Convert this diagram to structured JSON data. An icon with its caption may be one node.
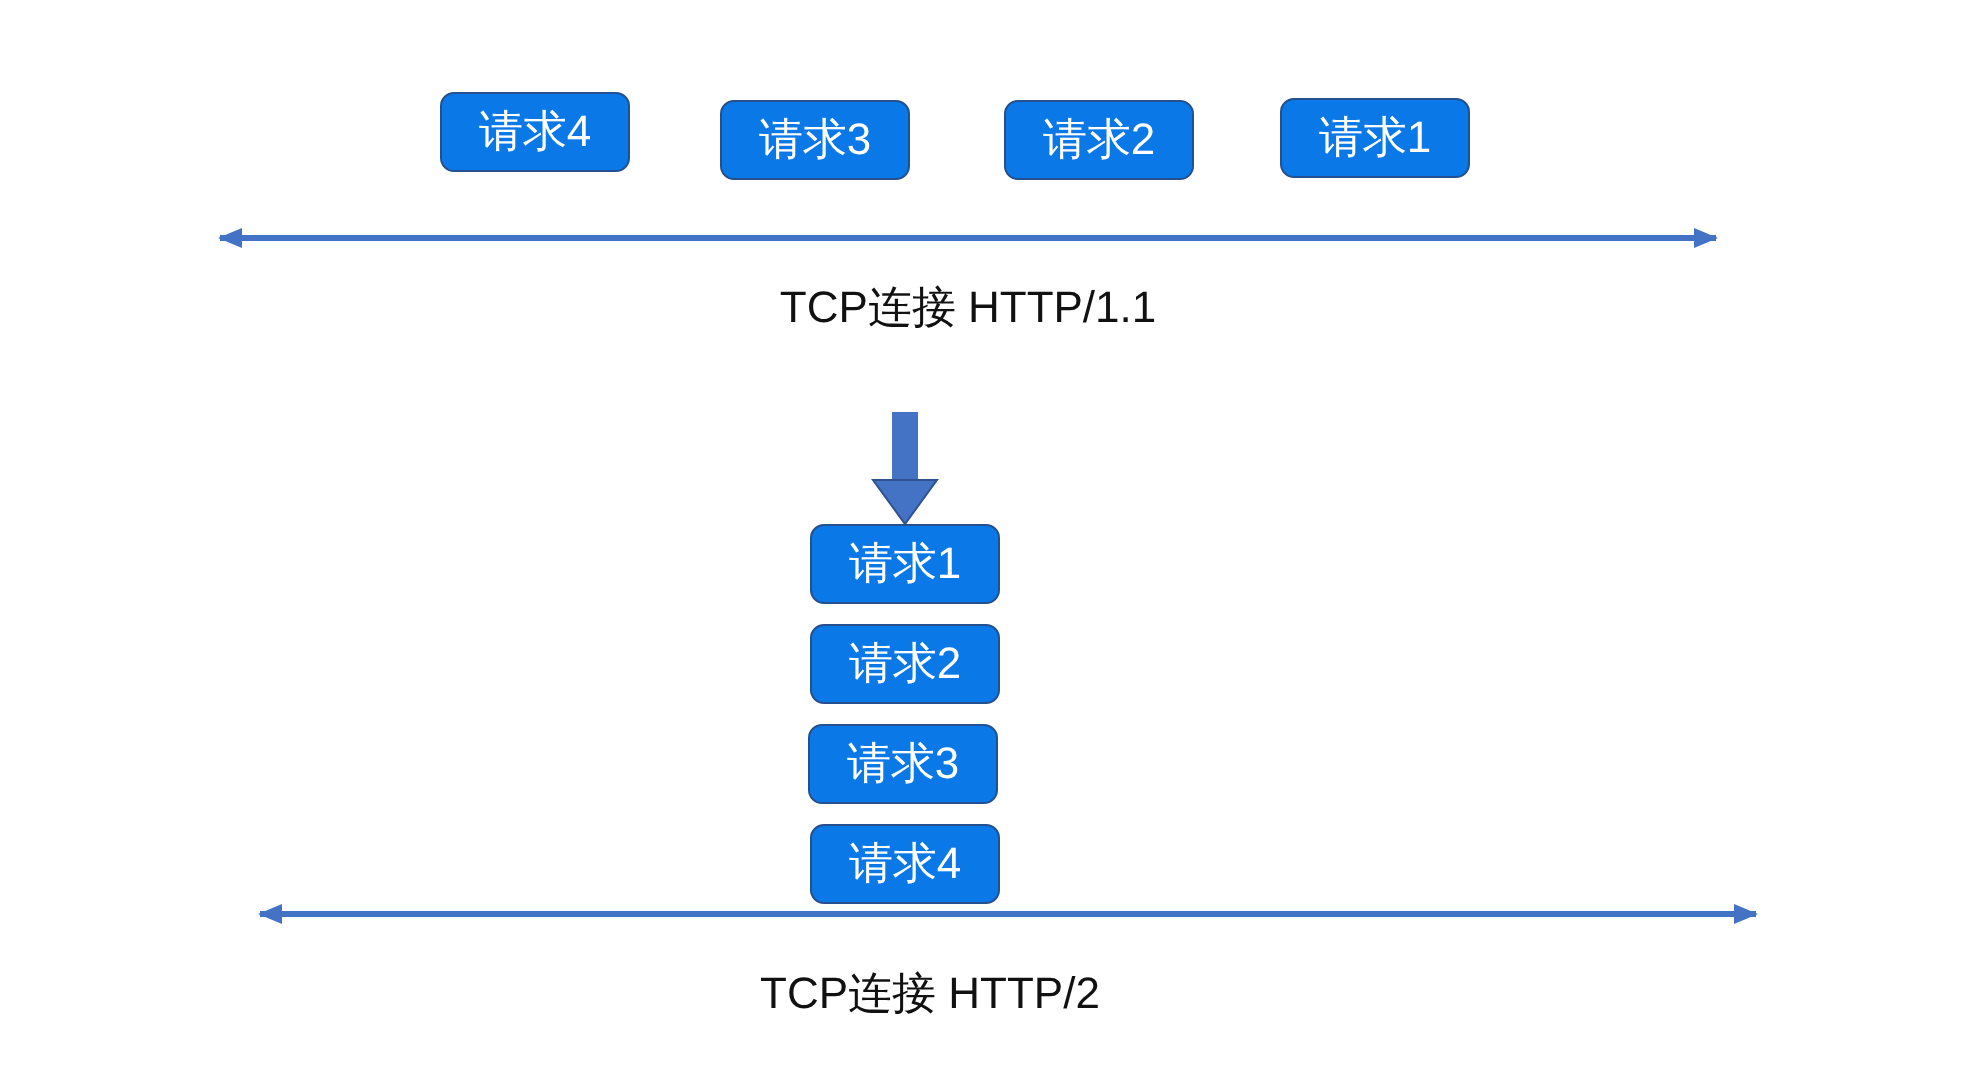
{
  "diagram": {
    "nodes": [
      {
        "text": [
          "请求4"
        ]
      },
      {
        "text": [
          "请求3"
        ]
      },
      {
        "text": [
          "请求2"
        ]
      },
      {
        "text": [
          "请求1"
        ]
      },
      {
        "text": [
          "请求1"
        ]
      },
      {
        "text": [
          "请求2"
        ]
      },
      {
        "text": [
          "请求3"
        ]
      },
      {
        "text": [
          "请求4"
        ]
      }
    ],
    "edges": [
      {
        "from": null,
        "to": 4,
        "arrow": "to"
      }
    ],
    "labels": [
      "TCP连接 HTTP/1.1",
      "TCP连接 HTTP/2"
    ]
  }
}
